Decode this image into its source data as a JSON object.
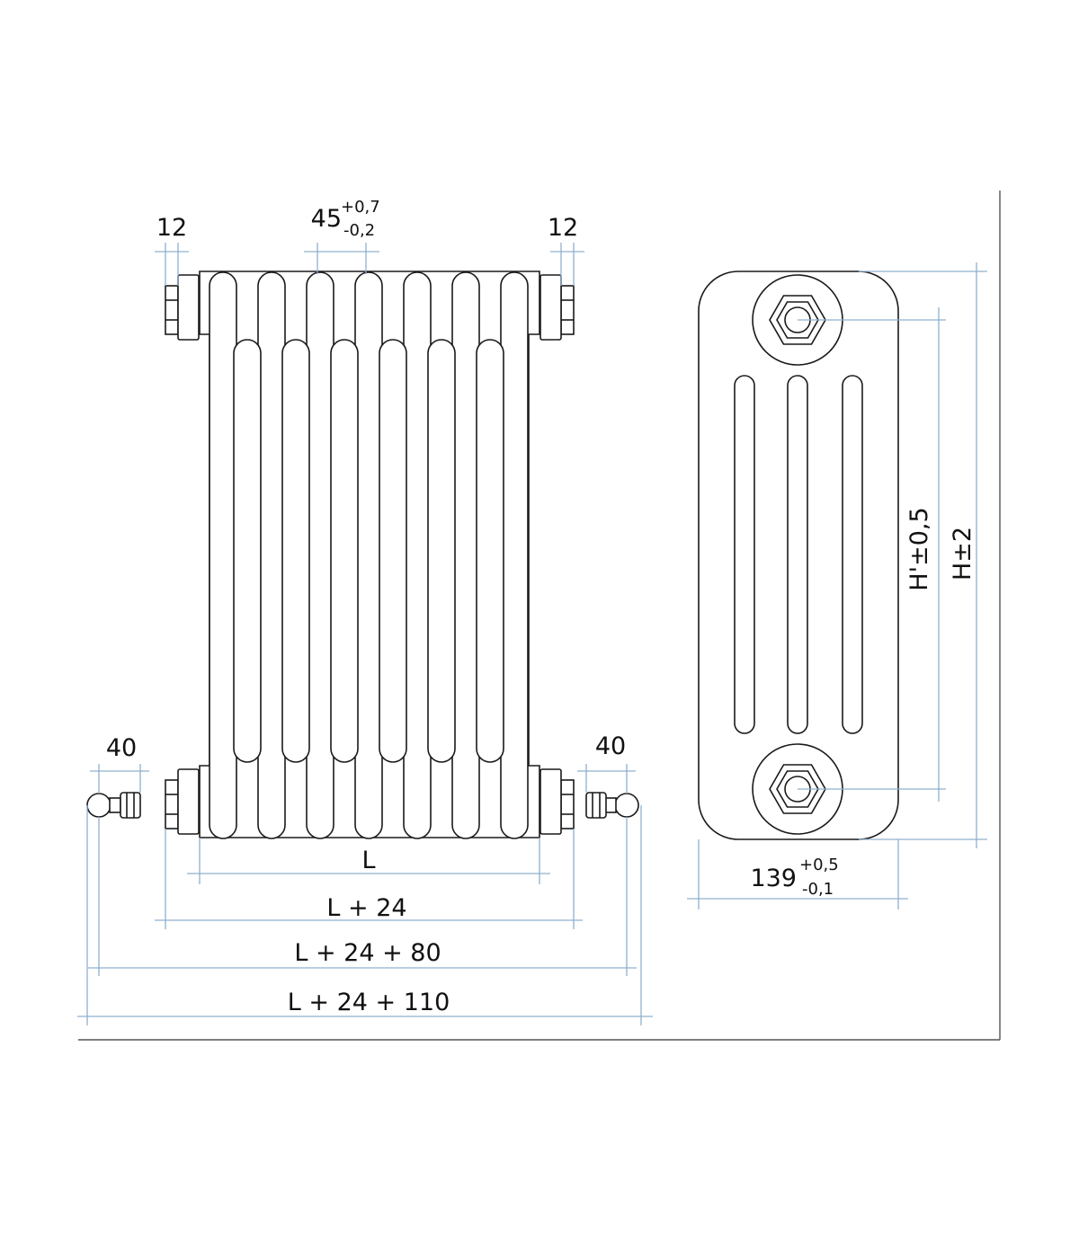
{
  "labels": {
    "tube_pitch": "45",
    "tube_pitch_tol_plus": "+0,7",
    "tube_pitch_tol_minus": "-0,2",
    "nipple_left": "12",
    "nipple_right": "12",
    "valve_left": "40",
    "valve_right": "40",
    "length": "L",
    "length_plus_nipples": "L + 24",
    "length_plus_valves_80": "L + 24 + 80",
    "length_plus_valves_110": "L + 24 + 110",
    "axis_height": "H'±0,5",
    "total_height": "H±2",
    "depth": "139",
    "depth_tol_plus": "+0,5",
    "depth_tol_minus": "-0,1"
  },
  "colors": {
    "dimension_line": "#8fb0cf",
    "outline": "#1a1a1a",
    "frame": "#555555"
  }
}
